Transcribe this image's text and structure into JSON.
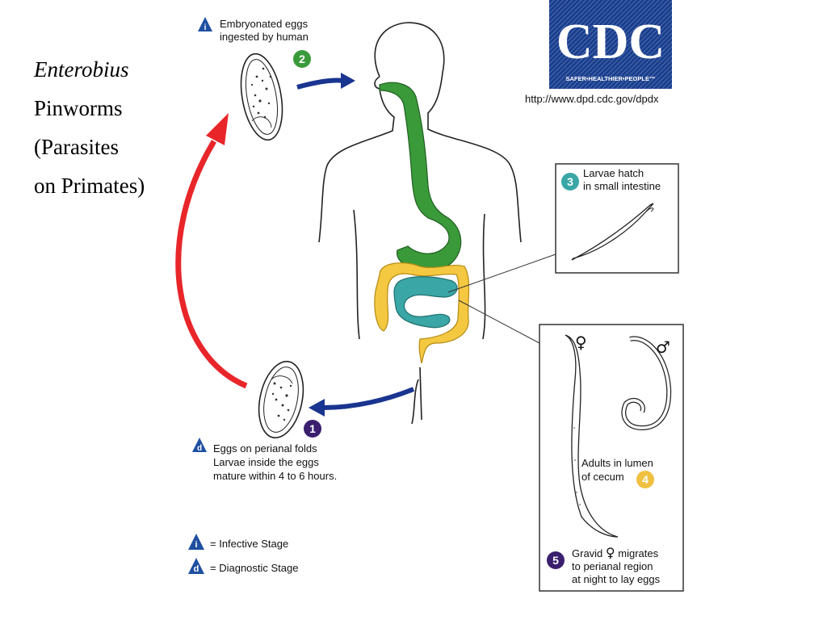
{
  "title": {
    "line1": "Enterobius",
    "line2": "Pinworms",
    "line3": "(Parasites",
    "line4": "on Primates)"
  },
  "logo": {
    "text": "CDC",
    "tagline": "SAFER•HEALTHIER•PEOPLE™",
    "url": "http://www.dpd.cdc.gov/dpdx"
  },
  "stages": {
    "s2": {
      "number": "2",
      "line1": "Embryonated eggs",
      "line2": "ingested by human",
      "color": "#3a9a3a"
    },
    "s3": {
      "number": "3",
      "line1": "Larvae hatch",
      "line2": "in small intestine",
      "color": "#3aa6a6"
    },
    "s4": {
      "number": "4",
      "line1": "Adults in lumen",
      "line2": "of cecum",
      "color": "#f0c040"
    },
    "s5": {
      "number": "5",
      "line1": "Gravid",
      "line1b": "migrates",
      "line2": "to perianal region",
      "line3": "at night to lay eggs",
      "color": "#3b1f6e"
    },
    "s1": {
      "number": "1",
      "line1": "Eggs on perianal folds",
      "line2": "Larvae inside the eggs",
      "line3": "mature within 4 to 6 hours.",
      "color": "#3b1f6e"
    }
  },
  "markers": {
    "infective": "i",
    "diagnostic": "d"
  },
  "sex_symbols": {
    "female": "♀",
    "male": "♂"
  },
  "legend": {
    "infective": "= Infective Stage",
    "diagnostic": "= Diagnostic Stage"
  },
  "colors": {
    "marker_blue": "#1e4fa0",
    "arrow_blue": "#1a3590",
    "arrow_red": "#e8262a",
    "gut_green": "#3a9a3a",
    "colon_yellow": "#f5c842",
    "small_intestine_teal": "#3aa6a6"
  }
}
